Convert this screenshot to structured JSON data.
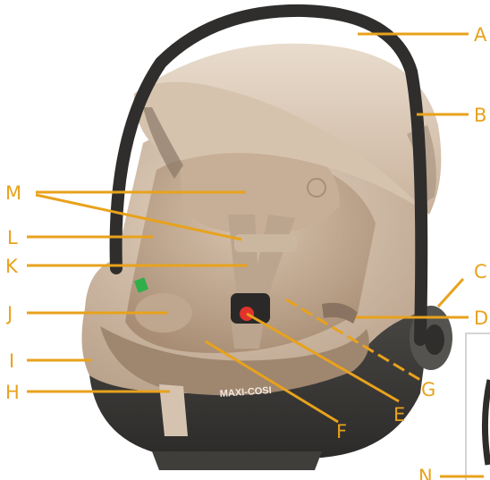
{
  "diagram": {
    "subject": "infant car seat with carry handle and canopy",
    "brand_text": "MAXI-COSI",
    "accent_color": "#e8a21c",
    "fabric_color": "#cdb8a2",
    "shell_color": "#3b3a38",
    "callouts": [
      {
        "id": "A",
        "letter": "A"
      },
      {
        "id": "B",
        "letter": "B"
      },
      {
        "id": "C",
        "letter": "C"
      },
      {
        "id": "D",
        "letter": "D"
      },
      {
        "id": "E",
        "letter": "E"
      },
      {
        "id": "F",
        "letter": "F"
      },
      {
        "id": "G",
        "letter": "G"
      },
      {
        "id": "H",
        "letter": "H"
      },
      {
        "id": "I",
        "letter": "I"
      },
      {
        "id": "J",
        "letter": "J"
      },
      {
        "id": "K",
        "letter": "K"
      },
      {
        "id": "L",
        "letter": "L"
      },
      {
        "id": "M",
        "letter": "M"
      },
      {
        "id": "N",
        "letter": "N"
      }
    ]
  }
}
